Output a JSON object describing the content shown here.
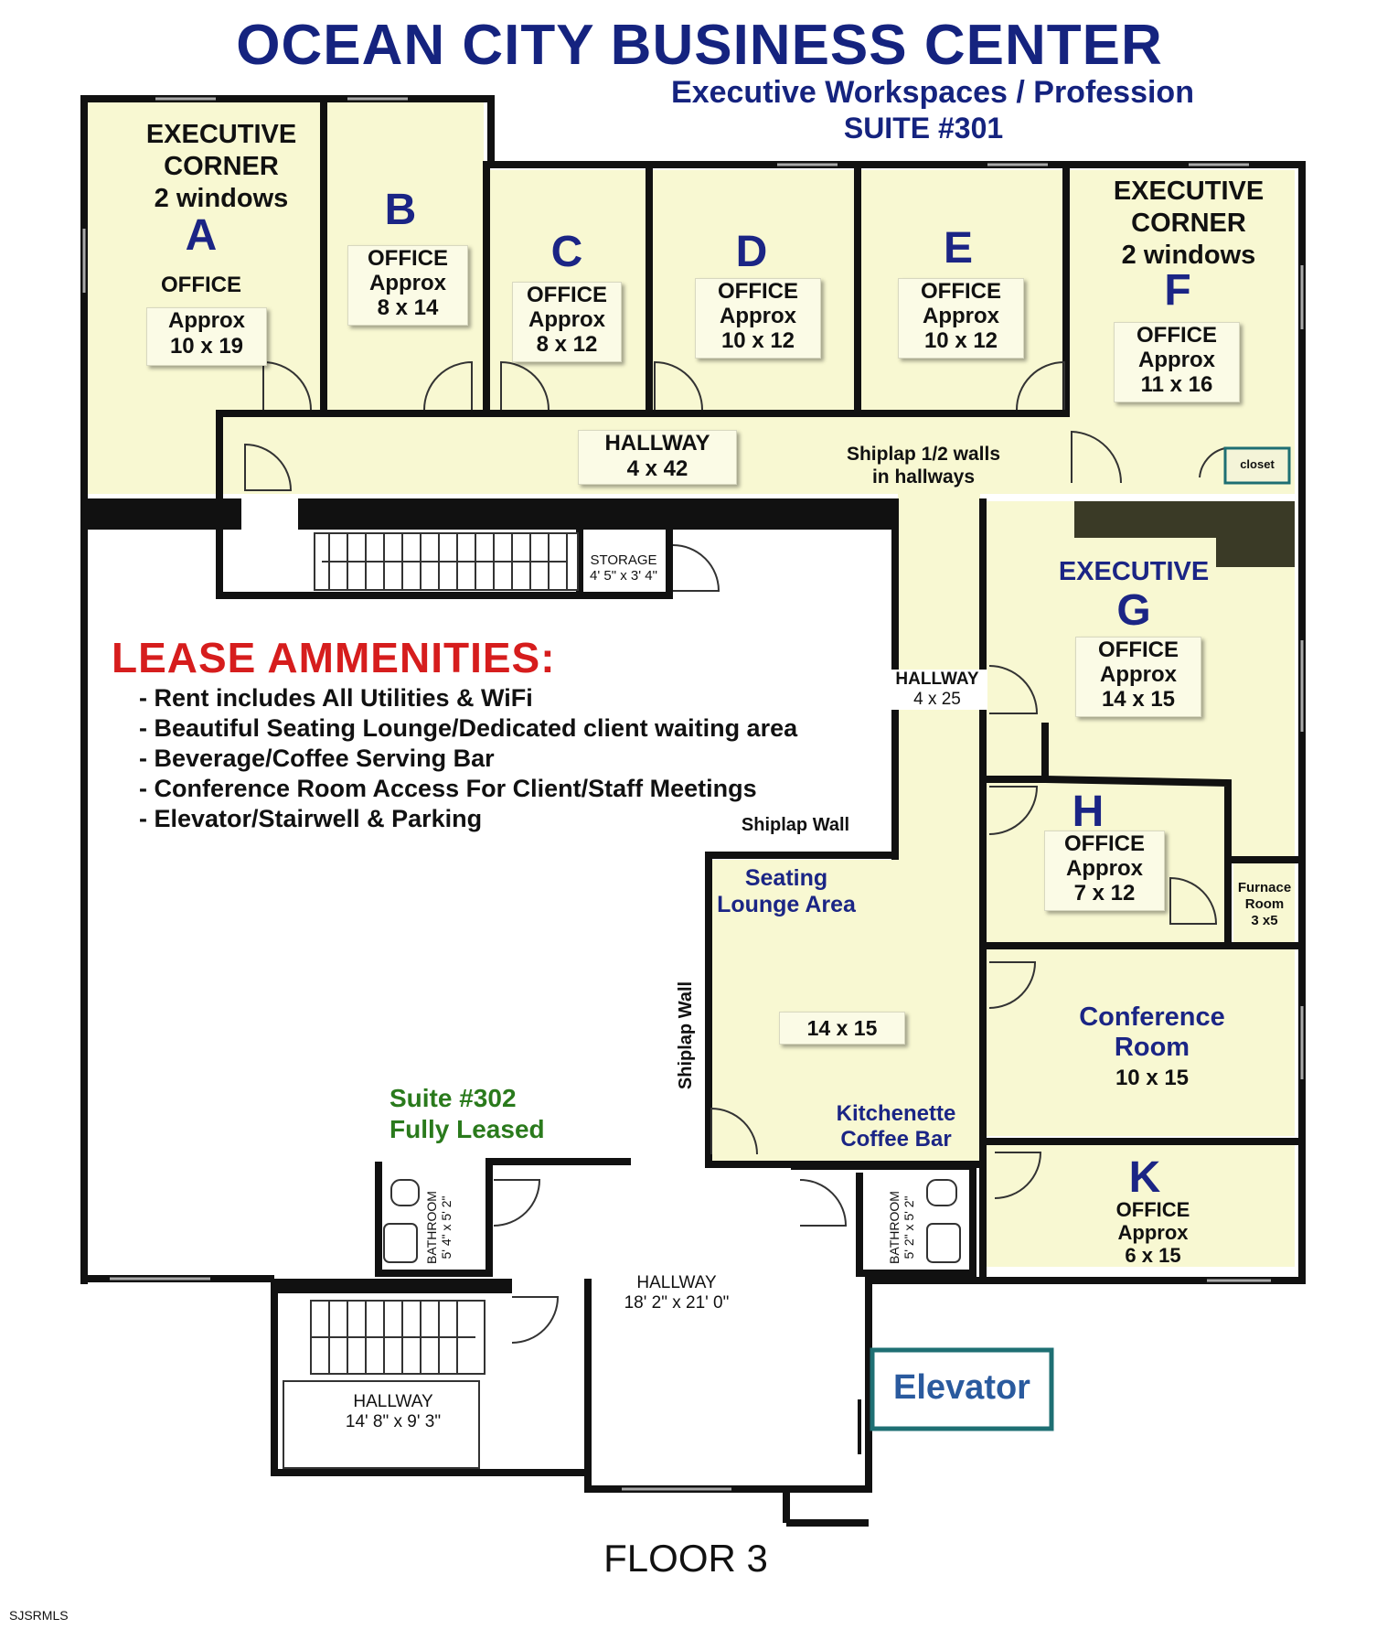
{
  "header": {
    "title": "OCEAN CITY BUSINESS CENTER",
    "subtitle": "Executive Workspaces / Profession",
    "suite": "SUITE #301"
  },
  "rooms": {
    "a": {
      "heading1": "EXECUTIVE",
      "heading2": "CORNER",
      "heading3": "2 windows",
      "letter": "A",
      "type": "OFFICE",
      "approx": "Approx",
      "size": "10 x 19"
    },
    "b": {
      "letter": "B",
      "type": "OFFICE",
      "approx": "Approx",
      "size": "8 x 14"
    },
    "c": {
      "letter": "C",
      "type": "OFFICE",
      "approx": "Approx",
      "size": "8 x 12"
    },
    "d": {
      "letter": "D",
      "type": "OFFICE",
      "approx": "Approx",
      "size": "10 x 12"
    },
    "e": {
      "letter": "E",
      "type": "OFFICE",
      "approx": "Approx",
      "size": "10 x 12"
    },
    "f": {
      "heading1": "EXECUTIVE",
      "heading2": "CORNER",
      "heading3": "2 windows",
      "letter": "F",
      "type": "OFFICE",
      "approx": "Approx",
      "size": "11 x 16"
    },
    "g": {
      "heading1": "EXECUTIVE",
      "letter": "G",
      "type": "OFFICE",
      "approx": "Approx",
      "size": "14 x 15"
    },
    "h": {
      "letter": "H",
      "type": "OFFICE",
      "approx": "Approx",
      "size": "7 x 12"
    },
    "k": {
      "letter": "K",
      "type": "OFFICE",
      "approx": "Approx",
      "size": "6 x 15"
    }
  },
  "hallway_main": {
    "label": "HALLWAY",
    "size": "4 x 42"
  },
  "shiplap_note": {
    "line1": "Shiplap 1/2 walls",
    "line2": "in hallways"
  },
  "closet": "closet",
  "storage": {
    "label": "STORAGE",
    "size": "4' 5\" x 3' 4\""
  },
  "hallway_side": {
    "label": "HALLWAY",
    "size": "4 x 25"
  },
  "amenities": {
    "heading": "LEASE AMMENITIES:",
    "items": [
      "- Rent includes All Utilities & WiFi",
      "- Beautiful Seating Lounge/Dedicated client waiting area",
      "- Beverage/Coffee Serving Bar",
      "- Conference Room Access For Client/Staff Meetings",
      "- Elevator/Stairwell & Parking"
    ]
  },
  "shiplap_wall_top": "Shiplap Wall",
  "shiplap_wall_side": "Shiplap Wall",
  "lounge": {
    "line1": "Seating",
    "line2": "Lounge Area",
    "size": "14 x 15"
  },
  "furnace": {
    "line1": "Furnace",
    "line2": "Room",
    "size": "3 x5"
  },
  "conference": {
    "line1": "Conference",
    "line2": "Room",
    "size": "10 x 15"
  },
  "kitchenette": {
    "line1": "Kitchenette",
    "line2": "Coffee Bar"
  },
  "suite302": {
    "line1": "Suite #302",
    "line2": "Fully Leased"
  },
  "bathroom_left": {
    "label": "BATHROOM",
    "size": "5' 4\" x 5' 2\""
  },
  "bathroom_right": {
    "label": "BATHROOM",
    "size": "5' 2\" x 5' 2\""
  },
  "hallway_lower": {
    "label": "HALLWAY",
    "size": "18' 2\" x 21' 0\""
  },
  "hallway_stair": {
    "label": "HALLWAY",
    "size": "14' 8\" x 9' 3\""
  },
  "elevator": "Elevator",
  "floor": "FLOOR 3",
  "watermark": "SJSRMLS",
  "colors": {
    "office_fill": "#f8f8d2",
    "navy": "#15237f",
    "red": "#d61d1d",
    "green": "#2a7a1c",
    "wall": "#111111",
    "elevator_border": "#1e6f73"
  }
}
